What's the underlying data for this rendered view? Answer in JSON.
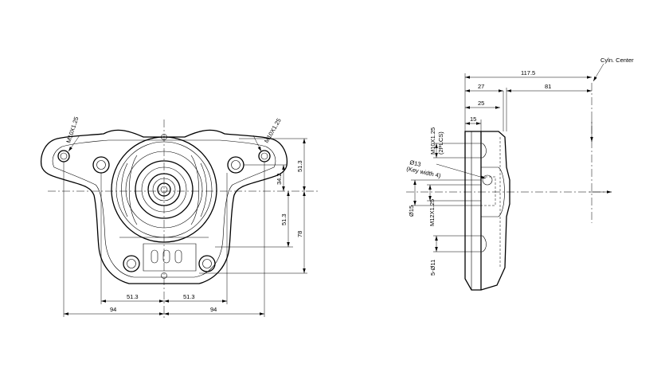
{
  "front_view": {
    "dims": {
      "half_width_left": "94",
      "half_width_right": "94",
      "bolt_spacing_left": "51.3",
      "bolt_spacing_right": "51.3",
      "height_upper": "51.3",
      "height_lower": "51.3",
      "offset_small": "34.2",
      "height_total": "78",
      "thread_left": "M10X1.25",
      "thread_right": "M10X1.25"
    }
  },
  "side_view": {
    "dims": {
      "overall": "117.5",
      "to_center": "81",
      "depth_27": "27",
      "depth_25": "25",
      "depth_15": "15",
      "shaft_dia": "Ø15",
      "shaft_thread": "M12X1.25",
      "bore_dia": "Ø13",
      "key_width": "(Key width 4)",
      "top_thread": "M10X1.25",
      "top_thread_note": "(2PLCS)",
      "holes": "5-Ø11",
      "cylinder_center": "Cyln. Center"
    }
  }
}
